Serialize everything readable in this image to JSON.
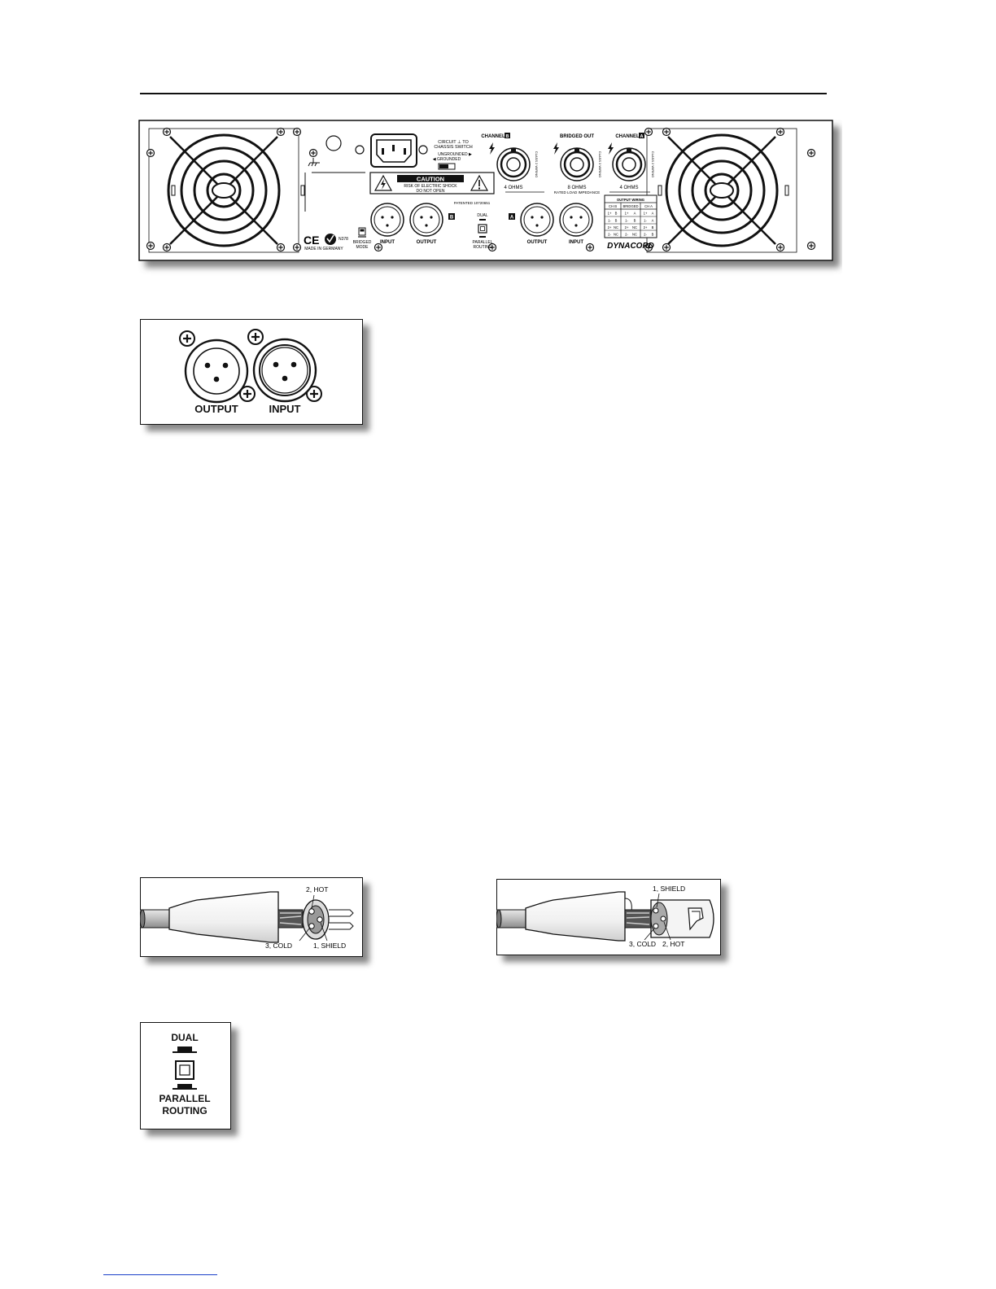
{
  "rear_panel": {
    "circuit_switch_line1": "CIRCUIT ⊥ TO",
    "circuit_switch_line2": "CHASSIS SWITCH",
    "ungrounded": "UNGROUNDED ▶",
    "grounded": "◀ GROUNDED",
    "caution_title": "CAUTION",
    "caution_line1": "RISK OF ELECTRIC SHOCK",
    "caution_line2": "DO NOT OPEN",
    "patented": "PATENTED 10720651",
    "channel_b": "CHANNEL",
    "channel_b_letter": "B",
    "bridged_out": "BRIDGED OUT",
    "channel_a": "CHANNEL",
    "channel_a_letter": "A",
    "class2_wiring": "CLASS 2 WIRING",
    "class3_wiring": "CLASS 3 WIRING",
    "ohms_4_b": "4 OHMS",
    "ohms_8": "8 OHMS",
    "ohms_4_a": "4 OHMS",
    "rated_load": "RATED LOAD IMPEDANCE",
    "input_b": "INPUT",
    "output_b": "OUTPUT",
    "letter_b": "B",
    "letter_a": "A",
    "output_a": "OUTPUT",
    "input_a": "INPUT",
    "bridged_mode_1": "BRIDGED",
    "bridged_mode_2": "MODE",
    "dual": "DUAL",
    "parallel": "PARALLEL",
    "routing": "ROUTING",
    "made_in": "MADE IN GERMANY",
    "ce": "CE",
    "n_code": "N378",
    "brand": "DYNACORD",
    "output_wiring": {
      "title": "OUTPUT WIRING",
      "headers": [
        "CH B",
        "BRIDGED",
        "CH A"
      ],
      "rows": [
        [
          "1+",
          "B",
          "1+",
          "A",
          "1+",
          "A"
        ],
        [
          "1-",
          "B",
          "1-",
          "B",
          "1-",
          "A"
        ],
        [
          "2+",
          "NC",
          "2+",
          "NC",
          "2+",
          "B"
        ],
        [
          "2-",
          "NC",
          "2-",
          "NC",
          "2-",
          "B"
        ]
      ]
    }
  },
  "xlr_detail": {
    "output_label": "OUTPUT",
    "input_label": "INPUT"
  },
  "male_plug": {
    "hot": "2, HOT",
    "cold": "3, COLD",
    "shield": "1, SHIELD"
  },
  "female_plug": {
    "shield": "1, SHIELD",
    "cold": "3, COLD",
    "hot": "2, HOT"
  },
  "routing_switch": {
    "dual": "DUAL",
    "parallel": "PARALLEL",
    "routing": "ROUTING"
  }
}
